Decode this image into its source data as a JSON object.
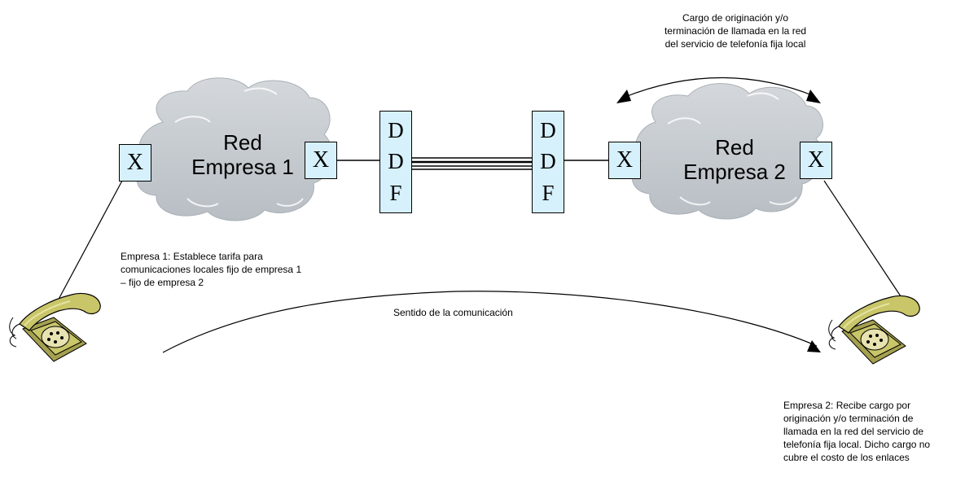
{
  "clouds": {
    "left": {
      "line1": "Red",
      "line2": "Empresa 1"
    },
    "right": {
      "line1": "Red",
      "line2": "Empresa 2"
    }
  },
  "switch_label": "X",
  "ddf": [
    "D",
    "D",
    "F"
  ],
  "notes": {
    "top": "Cargo de originación y/o terminación de llamada en la red del servicio de telefonía fija local",
    "left": "Empresa 1: Establece tarifa para comunicaciones locales fijo de empresa 1 – fijo de empresa 2",
    "sentido": "Sentido de la comunicación",
    "right": "Empresa 2: Recibe cargo por originación y/o terminación de llamada en la red del servicio de telefonía fija local. Dicho cargo no cubre el costo de los enlaces"
  },
  "colors": {
    "cloud": "#c9ced3",
    "box": "#d6f1fb",
    "phone": "#c9c66a"
  },
  "icons": [
    "phone-icon",
    "cloud-icon",
    "arrowhead-icon"
  ]
}
